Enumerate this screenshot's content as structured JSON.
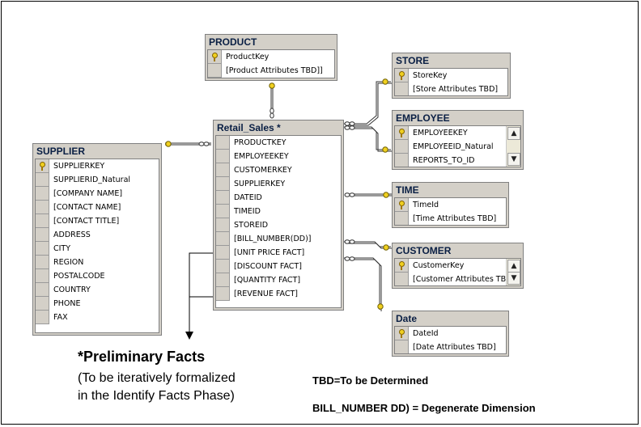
{
  "tables": {
    "product": {
      "title": "PRODUCT",
      "rows": [
        {
          "text": "ProductKey",
          "key": true
        },
        {
          "text": "[Product Attributes TBD]]",
          "key": false
        }
      ]
    },
    "store": {
      "title": "STORE",
      "rows": [
        {
          "text": "StoreKey",
          "key": true
        },
        {
          "text": "[Store Attributes TBD]",
          "key": false
        }
      ]
    },
    "employee": {
      "title": "EMPLOYEE",
      "rows": [
        {
          "text": "EMPLOYEEKEY",
          "key": true
        },
        {
          "text": "EMPLOYEEID_Natural",
          "key": false
        },
        {
          "text": "REPORTS_TO_ID",
          "key": false
        }
      ]
    },
    "retail_sales": {
      "title": "Retail_Sales *",
      "rows": [
        {
          "text": "PRODUCTKEY",
          "key": false
        },
        {
          "text": "EMPLOYEEKEY",
          "key": false
        },
        {
          "text": "CUSTOMERKEY",
          "key": false
        },
        {
          "text": "SUPPLIERKEY",
          "key": false
        },
        {
          "text": "DATEID",
          "key": false
        },
        {
          "text": "TIMEID",
          "key": false
        },
        {
          "text": "STOREID",
          "key": false
        },
        {
          "text": "[BILL_NUMBER(DD)]",
          "key": false
        },
        {
          "text": "[UNIT PRICE FACT]",
          "key": false
        },
        {
          "text": "[DISCOUNT FACT]",
          "key": false
        },
        {
          "text": "[QUANTITY FACT]",
          "key": false
        },
        {
          "text": "[REVENUE FACT]",
          "key": false
        }
      ]
    },
    "supplier": {
      "title": "SUPPLIER",
      "rows": [
        {
          "text": "SUPPLIERKEY",
          "key": true
        },
        {
          "text": "SUPPLIERID_Natural",
          "key": false
        },
        {
          "text": "[COMPANY NAME]",
          "key": false
        },
        {
          "text": "[CONTACT NAME]",
          "key": false
        },
        {
          "text": "[CONTACT TITLE]",
          "key": false
        },
        {
          "text": "ADDRESS",
          "key": false
        },
        {
          "text": "CITY",
          "key": false
        },
        {
          "text": "REGION",
          "key": false
        },
        {
          "text": "POSTALCODE",
          "key": false
        },
        {
          "text": "COUNTRY",
          "key": false
        },
        {
          "text": "PHONE",
          "key": false
        },
        {
          "text": "FAX",
          "key": false
        }
      ]
    },
    "time": {
      "title": "TIME",
      "rows": [
        {
          "text": "TimeId",
          "key": true
        },
        {
          "text": "[Time Attributes TBD]",
          "key": false
        }
      ]
    },
    "customer": {
      "title": "CUSTOMER",
      "rows": [
        {
          "text": "CustomerKey",
          "key": true
        },
        {
          "text": "[Customer Attributes TBD]",
          "key": false
        }
      ]
    },
    "date": {
      "title": "Date",
      "rows": [
        {
          "text": "DateId",
          "key": true
        },
        {
          "text": "[Date Attributes TBD]",
          "key": false
        }
      ]
    }
  },
  "notes": {
    "preliminary_title": "*Preliminary Facts",
    "preliminary_line1": "(To be iteratively formalized",
    "preliminary_line2": "in the Identify Facts Phase)",
    "tbd": "TBD=To be Determined",
    "bill_number": "BILL_NUMBER DD) = Degenerate Dimension"
  },
  "icons": {
    "key": "primary-key-icon",
    "scroll_up": "scroll-up-arrow-icon",
    "scroll_down": "scroll-down-arrow-icon"
  },
  "colors": {
    "title_text": "#0a1f44",
    "panel": "#d4d0c8",
    "key_gold": "#f0d020"
  }
}
